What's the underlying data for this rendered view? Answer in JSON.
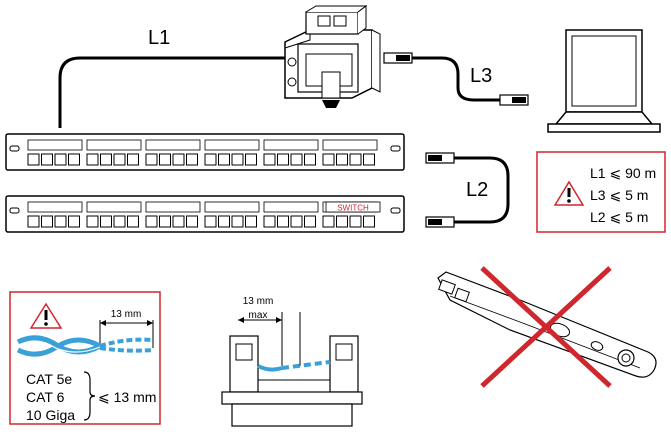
{
  "cables": {
    "l1_label": "L1",
    "l2_label": "L2",
    "l3_label": "L3"
  },
  "limits_box": {
    "line1": "L1 ⩽ 90 m",
    "line2": "L3 ⩽  5 m",
    "line3": "L2 ⩽  5 m",
    "border_color": "#d0262e"
  },
  "switch_tag": "SWITCH",
  "strip_box": {
    "dimension": "13 mm",
    "categories": [
      "CAT 5e",
      "CAT 6",
      "10 Giga"
    ],
    "limit": "⩽ 13 mm",
    "border_color": "#d0262e"
  },
  "connector_section": {
    "dimension": "13 mm",
    "dimension_sub": "max"
  },
  "colors": {
    "wire_blue": "#3aa0d8",
    "cross_red": "#d0262e",
    "warning_red": "#d0262e"
  }
}
